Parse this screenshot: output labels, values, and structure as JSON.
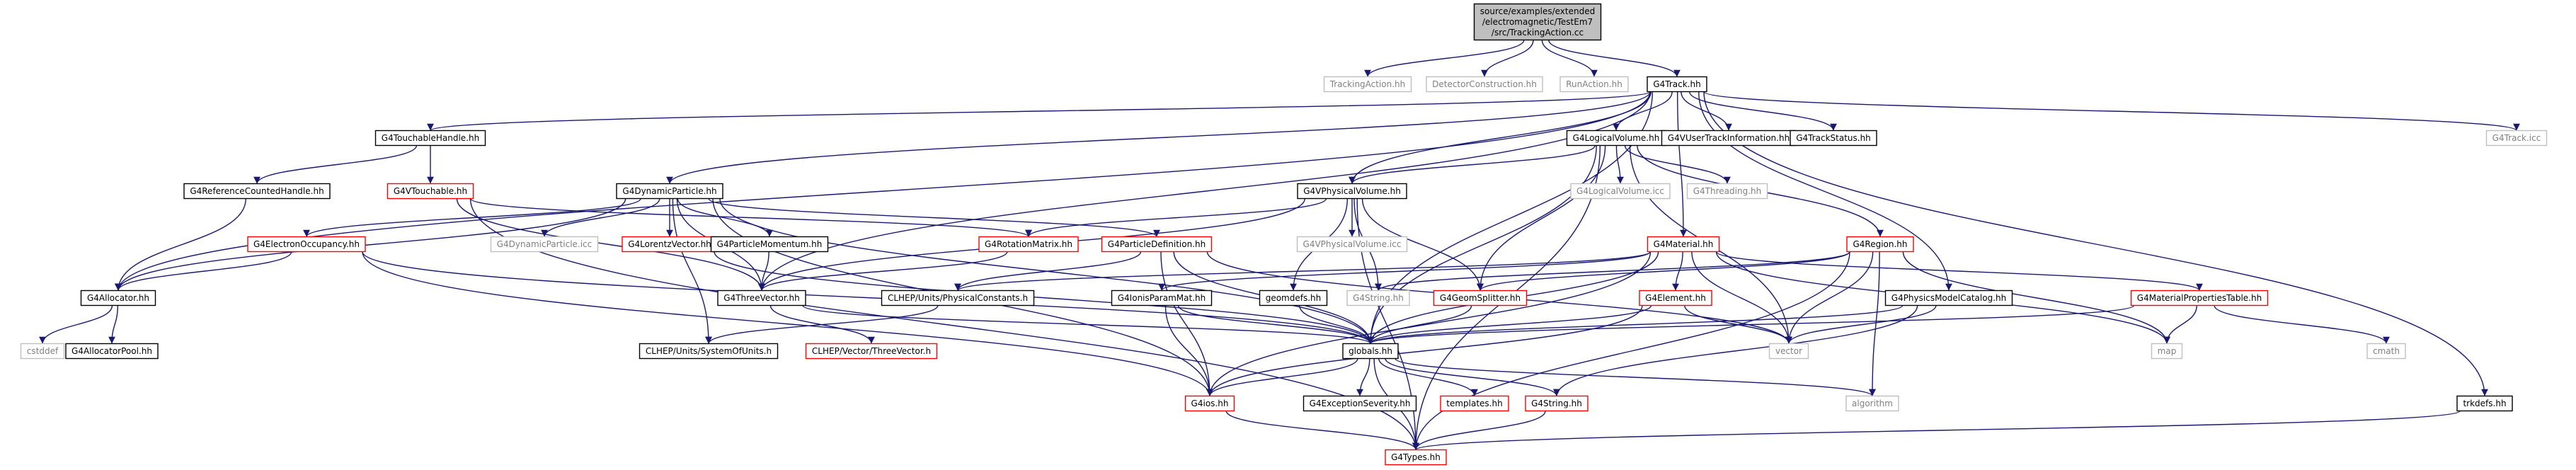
{
  "diagram": {
    "colors": {
      "edge": "#191970",
      "root_fill": "#bfbfbf",
      "border_black": "#000000",
      "border_red": "#ff0000",
      "border_grey": "#bfbfbf",
      "text_normal": "#000000",
      "text_grey": "#808080"
    },
    "nodes": [
      {
        "id": "root",
        "lines": [
          "source/examples/extended",
          "/electromagnetic/TestEm7",
          "/src/TrackingAction.cc"
        ],
        "style": "root"
      },
      {
        "id": "tracking_action",
        "lines": [
          "TrackingAction.hh"
        ],
        "style": "grey"
      },
      {
        "id": "detector_construction",
        "lines": [
          "DetectorConstruction.hh"
        ],
        "style": "grey"
      },
      {
        "id": "run_action",
        "lines": [
          "RunAction.hh"
        ],
        "style": "grey"
      },
      {
        "id": "g4track",
        "lines": [
          "G4Track.hh"
        ],
        "style": "black"
      },
      {
        "id": "g4touchablehandle",
        "lines": [
          "G4TouchableHandle.hh"
        ],
        "style": "black"
      },
      {
        "id": "g4logicalvolume",
        "lines": [
          "G4LogicalVolume.hh"
        ],
        "style": "black"
      },
      {
        "id": "g4vusertrackinformation",
        "lines": [
          "G4VUserTrackInformation.hh"
        ],
        "style": "black"
      },
      {
        "id": "g4trackstatus",
        "lines": [
          "G4TrackStatus.hh"
        ],
        "style": "black"
      },
      {
        "id": "g4track_icc",
        "lines": [
          "G4Track.icc"
        ],
        "style": "grey"
      },
      {
        "id": "g4referencecountedhandle",
        "lines": [
          "G4ReferenceCountedHandle.hh"
        ],
        "style": "black"
      },
      {
        "id": "g4vtouchable",
        "lines": [
          "G4VTouchable.hh"
        ],
        "style": "red"
      },
      {
        "id": "g4dynamicparticle",
        "lines": [
          "G4DynamicParticle.hh"
        ],
        "style": "black"
      },
      {
        "id": "g4vphysicalvolume",
        "lines": [
          "G4VPhysicalVolume.hh"
        ],
        "style": "black"
      },
      {
        "id": "g4logicalvolume_icc",
        "lines": [
          "G4LogicalVolume.icc"
        ],
        "style": "grey"
      },
      {
        "id": "g4threading",
        "lines": [
          "G4Threading.hh"
        ],
        "style": "grey"
      },
      {
        "id": "g4electronoccupancy",
        "lines": [
          "G4ElectronOccupancy.hh"
        ],
        "style": "red"
      },
      {
        "id": "g4dynamicparticle_icc",
        "lines": [
          "G4DynamicParticle.icc"
        ],
        "style": "grey"
      },
      {
        "id": "g4lorentzvector",
        "lines": [
          "G4LorentzVector.hh"
        ],
        "style": "red"
      },
      {
        "id": "g4particlemomentum",
        "lines": [
          "G4ParticleMomentum.hh"
        ],
        "style": "black"
      },
      {
        "id": "g4rotationmatrix",
        "lines": [
          "G4RotationMatrix.hh"
        ],
        "style": "red"
      },
      {
        "id": "g4particledefinition",
        "lines": [
          "G4ParticleDefinition.hh"
        ],
        "style": "red"
      },
      {
        "id": "g4vphysicalvolume_icc",
        "lines": [
          "G4VPhysicalVolume.icc"
        ],
        "style": "grey"
      },
      {
        "id": "g4material",
        "lines": [
          "G4Material.hh"
        ],
        "style": "red"
      },
      {
        "id": "g4region",
        "lines": [
          "G4Region.hh"
        ],
        "style": "red"
      },
      {
        "id": "g4allocator",
        "lines": [
          "G4Allocator.hh"
        ],
        "style": "black"
      },
      {
        "id": "g4threevector",
        "lines": [
          "G4ThreeVector.hh"
        ],
        "style": "black"
      },
      {
        "id": "clhep_physicalconstants",
        "lines": [
          "CLHEP/Units/PhysicalConstants.h"
        ],
        "style": "black"
      },
      {
        "id": "g4ionisparammat",
        "lines": [
          "G4IonisParamMat.hh"
        ],
        "style": "black"
      },
      {
        "id": "geomdefs",
        "lines": [
          "geomdefs.hh"
        ],
        "style": "black"
      },
      {
        "id": "g4string_hh",
        "lines": [
          "G4String.hh"
        ],
        "style": "grey"
      },
      {
        "id": "g4geomsplitter",
        "lines": [
          "G4GeomSplitter.hh"
        ],
        "style": "red"
      },
      {
        "id": "g4element",
        "lines": [
          "G4Element.hh"
        ],
        "style": "red"
      },
      {
        "id": "g4physicsmodelcatalog",
        "lines": [
          "G4PhysicsModelCatalog.hh"
        ],
        "style": "black"
      },
      {
        "id": "g4materialpropertiestable",
        "lines": [
          "G4MaterialPropertiesTable.hh"
        ],
        "style": "red"
      },
      {
        "id": "cstddef",
        "lines": [
          "cstddef"
        ],
        "style": "grey"
      },
      {
        "id": "g4allocatorpool",
        "lines": [
          "G4AllocatorPool.hh"
        ],
        "style": "black"
      },
      {
        "id": "clhep_systemofunits",
        "lines": [
          "CLHEP/Units/SystemOfUnits.h"
        ],
        "style": "black"
      },
      {
        "id": "clhep_vectorthreevector",
        "lines": [
          "CLHEP/Vector/ThreeVector.h"
        ],
        "style": "red"
      },
      {
        "id": "globals",
        "lines": [
          "globals.hh"
        ],
        "style": "black"
      },
      {
        "id": "vector",
        "lines": [
          "vector"
        ],
        "style": "grey"
      },
      {
        "id": "map",
        "lines": [
          "map"
        ],
        "style": "grey"
      },
      {
        "id": "cmath",
        "lines": [
          "cmath"
        ],
        "style": "grey"
      },
      {
        "id": "g4ios",
        "lines": [
          "G4ios.hh"
        ],
        "style": "red"
      },
      {
        "id": "g4exceptionseverity",
        "lines": [
          "G4ExceptionSeverity.hh"
        ],
        "style": "black"
      },
      {
        "id": "templates",
        "lines": [
          "templates.hh"
        ],
        "style": "red"
      },
      {
        "id": "g4string_red",
        "lines": [
          "G4String.hh"
        ],
        "style": "red"
      },
      {
        "id": "algorithm",
        "lines": [
          "algorithm"
        ],
        "style": "grey"
      },
      {
        "id": "trkdefs",
        "lines": [
          "trkdefs.hh"
        ],
        "style": "black"
      },
      {
        "id": "g4types",
        "lines": [
          "G4Types.hh"
        ],
        "style": "red"
      }
    ],
    "edges": [
      {
        "from": "root",
        "to": "tracking_action"
      },
      {
        "from": "root",
        "to": "detector_construction"
      },
      {
        "from": "root",
        "to": "run_action"
      },
      {
        "from": "root",
        "to": "g4track"
      },
      {
        "from": "g4track",
        "to": "g4touchablehandle"
      },
      {
        "from": "g4track",
        "to": "g4logicalvolume"
      },
      {
        "from": "g4track",
        "to": "g4vusertrackinformation"
      },
      {
        "from": "g4track",
        "to": "g4trackstatus"
      },
      {
        "from": "g4track",
        "to": "g4track_icc"
      },
      {
        "from": "g4track",
        "to": "g4dynamicparticle"
      },
      {
        "from": "g4track",
        "to": "g4vphysicalvolume"
      },
      {
        "from": "g4track",
        "to": "g4material"
      },
      {
        "from": "g4track",
        "to": "g4physicsmodelcatalog"
      },
      {
        "from": "g4track",
        "to": "trkdefs"
      },
      {
        "from": "g4track",
        "to": "g4allocator"
      },
      {
        "from": "g4track",
        "to": "g4threevector"
      },
      {
        "from": "g4track",
        "to": "globals"
      },
      {
        "from": "g4touchablehandle",
        "to": "g4referencecountedhandle"
      },
      {
        "from": "g4touchablehandle",
        "to": "g4vtouchable"
      },
      {
        "from": "g4referencecountedhandle",
        "to": "g4allocator"
      },
      {
        "from": "g4vtouchable",
        "to": "g4threevector"
      },
      {
        "from": "g4vtouchable",
        "to": "g4rotationmatrix"
      },
      {
        "from": "g4vtouchable",
        "to": "g4types"
      },
      {
        "from": "g4logicalvolume",
        "to": "g4vphysicalvolume"
      },
      {
        "from": "g4logicalvolume",
        "to": "g4logicalvolume_icc"
      },
      {
        "from": "g4logicalvolume",
        "to": "g4threading"
      },
      {
        "from": "g4logicalvolume",
        "to": "g4region"
      },
      {
        "from": "g4logicalvolume",
        "to": "g4geomsplitter"
      },
      {
        "from": "g4logicalvolume",
        "to": "globals"
      },
      {
        "from": "g4logicalvolume",
        "to": "vector"
      },
      {
        "from": "g4logicalvolume",
        "to": "g4types"
      },
      {
        "from": "g4dynamicparticle",
        "to": "g4electronoccupancy"
      },
      {
        "from": "g4dynamicparticle",
        "to": "g4dynamicparticle_icc"
      },
      {
        "from": "g4dynamicparticle",
        "to": "g4lorentzvector"
      },
      {
        "from": "g4dynamicparticle",
        "to": "g4particlemomentum"
      },
      {
        "from": "g4dynamicparticle",
        "to": "g4particledefinition"
      },
      {
        "from": "g4dynamicparticle",
        "to": "g4allocator"
      },
      {
        "from": "g4dynamicparticle",
        "to": "g4threevector"
      },
      {
        "from": "g4dynamicparticle",
        "to": "clhep_systemofunits"
      },
      {
        "from": "g4dynamicparticle",
        "to": "globals"
      },
      {
        "from": "g4dynamicparticle",
        "to": "g4ios"
      },
      {
        "from": "g4vphysicalvolume",
        "to": "g4vphysicalvolume_icc"
      },
      {
        "from": "g4vphysicalvolume",
        "to": "geomdefs"
      },
      {
        "from": "g4vphysicalvolume",
        "to": "g4string_hh"
      },
      {
        "from": "g4vphysicalvolume",
        "to": "g4rotationmatrix"
      },
      {
        "from": "g4vphysicalvolume",
        "to": "g4threevector"
      },
      {
        "from": "g4vphysicalvolume",
        "to": "g4geomsplitter"
      },
      {
        "from": "g4vphysicalvolume",
        "to": "g4types"
      },
      {
        "from": "g4electronoccupancy",
        "to": "g4allocator"
      },
      {
        "from": "g4electronoccupancy",
        "to": "globals"
      },
      {
        "from": "g4electronoccupancy",
        "to": "g4ios"
      },
      {
        "from": "g4lorentzvector",
        "to": "globals"
      },
      {
        "from": "g4particlemomentum",
        "to": "g4threevector"
      },
      {
        "from": "g4rotationmatrix",
        "to": "g4threevector"
      },
      {
        "from": "g4particledefinition",
        "to": "clhep_physicalconstants"
      },
      {
        "from": "g4particledefinition",
        "to": "globals"
      },
      {
        "from": "g4particledefinition",
        "to": "g4ios"
      },
      {
        "from": "g4particledefinition",
        "to": "vector"
      },
      {
        "from": "g4material",
        "to": "clhep_physicalconstants"
      },
      {
        "from": "g4material",
        "to": "g4ionisparammat"
      },
      {
        "from": "g4material",
        "to": "g4element"
      },
      {
        "from": "g4material",
        "to": "g4materialpropertiestable"
      },
      {
        "from": "g4material",
        "to": "globals"
      },
      {
        "from": "g4material",
        "to": "vector"
      },
      {
        "from": "g4material",
        "to": "g4ios"
      },
      {
        "from": "g4material",
        "to": "map"
      },
      {
        "from": "g4region",
        "to": "g4string_hh"
      },
      {
        "from": "g4region",
        "to": "g4geomsplitter"
      },
      {
        "from": "g4region",
        "to": "vector"
      },
      {
        "from": "g4region",
        "to": "map"
      },
      {
        "from": "g4region",
        "to": "algorithm"
      },
      {
        "from": "g4region",
        "to": "g4types"
      },
      {
        "from": "g4allocator",
        "to": "cstddef"
      },
      {
        "from": "g4allocator",
        "to": "g4allocatorpool"
      },
      {
        "from": "g4threevector",
        "to": "clhep_vectorthreevector"
      },
      {
        "from": "g4threevector",
        "to": "globals"
      },
      {
        "from": "clhep_physicalconstants",
        "to": "clhep_systemofunits"
      },
      {
        "from": "g4ionisparammat",
        "to": "globals"
      },
      {
        "from": "g4ionisparammat",
        "to": "g4ios"
      },
      {
        "from": "geomdefs",
        "to": "globals"
      },
      {
        "from": "g4geomsplitter",
        "to": "globals"
      },
      {
        "from": "g4element",
        "to": "globals"
      },
      {
        "from": "g4element",
        "to": "vector"
      },
      {
        "from": "g4element",
        "to": "g4ios"
      },
      {
        "from": "g4physicsmodelcatalog",
        "to": "globals"
      },
      {
        "from": "g4physicsmodelcatalog",
        "to": "vector"
      },
      {
        "from": "g4physicsmodelcatalog",
        "to": "g4string_red"
      },
      {
        "from": "g4materialpropertiestable",
        "to": "map"
      },
      {
        "from": "g4materialpropertiestable",
        "to": "cmath"
      },
      {
        "from": "g4materialpropertiestable",
        "to": "globals"
      },
      {
        "from": "globals",
        "to": "g4ios"
      },
      {
        "from": "globals",
        "to": "g4exceptionseverity"
      },
      {
        "from": "globals",
        "to": "templates"
      },
      {
        "from": "globals",
        "to": "g4string_red"
      },
      {
        "from": "globals",
        "to": "algorithm"
      },
      {
        "from": "globals",
        "to": "g4types"
      },
      {
        "from": "g4ios",
        "to": "g4types"
      },
      {
        "from": "g4string_red",
        "to": "g4types"
      },
      {
        "from": "trkdefs",
        "to": "g4types"
      }
    ]
  }
}
